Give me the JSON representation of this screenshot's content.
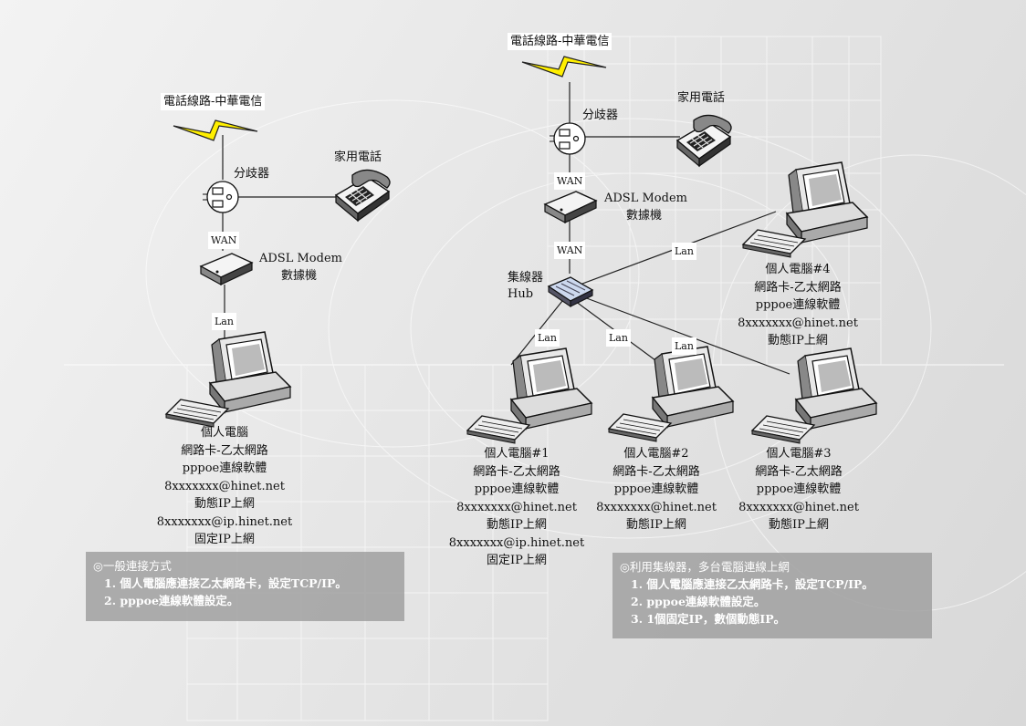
{
  "left": {
    "line_label": "電話線路-中華電信",
    "splitter_label": "分歧器",
    "phone_label": "家用電話",
    "wan_label": "WAN",
    "modem_label": "ADSL Modem",
    "modem_label2": "數據機",
    "lan_label": "Lan",
    "pc_lines": [
      "個人電腦",
      "網路卡-乙太網路",
      "pppoe連線軟體",
      "8xxxxxxx@hinet.net",
      "動態IP上網",
      "8xxxxxxx@ip.hinet.net",
      "固定IP上網"
    ]
  },
  "right": {
    "line_label": "電話線路-中華電信",
    "splitter_label": "分歧器",
    "phone_label": "家用電話",
    "wan_label": "WAN",
    "wan_label2": "WAN",
    "modem_label": "ADSL Modem",
    "modem_label2": "數據機",
    "hub_label": "集線器",
    "hub_label2": "Hub",
    "lan_labels": [
      "Lan",
      "Lan",
      "Lan",
      "Lan"
    ],
    "pc1_lines": [
      "個人電腦#1",
      "網路卡-乙太網路",
      "pppoe連線軟體",
      "8xxxxxxx@hinet.net",
      "動態IP上網",
      "8xxxxxxx@ip.hinet.net",
      "固定IP上網"
    ],
    "pc2_lines": [
      "個人電腦#2",
      "網路卡-乙太網路",
      "pppoe連線軟體",
      "8xxxxxxx@hinet.net",
      "動態IP上網"
    ],
    "pc3_lines": [
      "個人電腦#3",
      "網路卡-乙太網路",
      "pppoe連線軟體",
      "8xxxxxxx@hinet.net",
      "動態IP上網"
    ],
    "pc4_lines": [
      "個人電腦#4",
      "網路卡-乙太網路",
      "pppoe連線軟體",
      "8xxxxxxx@hinet.net",
      "動態IP上網"
    ]
  },
  "notes": {
    "left_title": "◎一般連接方式",
    "left_items": [
      "1. 個人電腦應連接乙太網路卡，設定TCP/IP。",
      "2. pppoe連線軟體設定。"
    ],
    "right_title": "◎利用集線器，多台電腦連線上網",
    "right_items": [
      "1. 個人電腦應連接乙太網路卡，設定TCP/IP。",
      "2. pppoe連線軟體設定。",
      "3. 1個固定IP，數個動態IP。"
    ]
  }
}
